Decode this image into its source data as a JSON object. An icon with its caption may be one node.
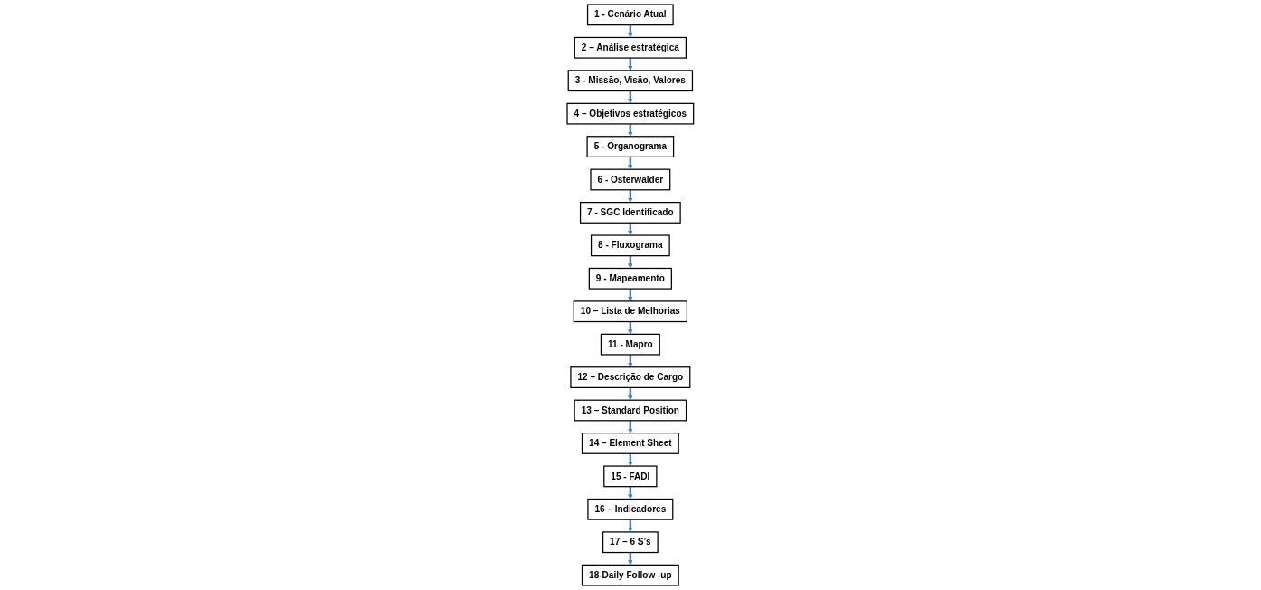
{
  "diagram": {
    "nodes": [
      {
        "text": [
          "1 - Cenário Atual"
        ]
      },
      {
        "text": [
          "2 – Análise estratégica"
        ]
      },
      {
        "text": [
          "3 - Missão, Visão, Valores"
        ]
      },
      {
        "text": [
          "4 – Objetivos estratégicos"
        ]
      },
      {
        "text": [
          "5 - Organograma"
        ]
      },
      {
        "text": [
          "6 - Osterwalder"
        ]
      },
      {
        "text": [
          "7 - SGC Identificado"
        ]
      },
      {
        "text": [
          "8 - Fluxograma"
        ]
      },
      {
        "text": [
          "9 - Mapeamento"
        ]
      },
      {
        "text": [
          "10 – Lista de Melhorias"
        ]
      },
      {
        "text": [
          "11 - Mapro"
        ]
      },
      {
        "text": [
          "12 – Descrição de Cargo"
        ]
      },
      {
        "text": [
          "13 – Standard Position"
        ]
      },
      {
        "text": [
          "14 – Element Sheet"
        ]
      },
      {
        "text": [
          "15 - FADI"
        ]
      },
      {
        "text": [
          "16 – Indicadores"
        ]
      },
      {
        "text": [
          "17 – 6 S’s"
        ]
      },
      {
        "text": [
          "18-Daily Follow -up"
        ]
      }
    ],
    "edges": [
      {
        "from": 0,
        "to": 1,
        "arrow": "to"
      },
      {
        "from": 1,
        "to": 2,
        "arrow": "to"
      },
      {
        "from": 2,
        "to": 3,
        "arrow": "to"
      },
      {
        "from": 3,
        "to": 4,
        "arrow": "to"
      },
      {
        "from": 4,
        "to": 5,
        "arrow": "to"
      },
      {
        "from": 5,
        "to": 6,
        "arrow": "to"
      },
      {
        "from": 6,
        "to": 7,
        "arrow": "to"
      },
      {
        "from": 7,
        "to": 8,
        "arrow": "to"
      },
      {
        "from": 8,
        "to": 9,
        "arrow": "to"
      },
      {
        "from": 9,
        "to": 10,
        "arrow": "to"
      },
      {
        "from": 10,
        "to": 11,
        "arrow": "to"
      },
      {
        "from": 11,
        "to": 12,
        "arrow": "to"
      },
      {
        "from": 12,
        "to": 13,
        "arrow": "to"
      },
      {
        "from": 13,
        "to": 14,
        "arrow": "to"
      },
      {
        "from": 14,
        "to": 15,
        "arrow": "to"
      },
      {
        "from": 15,
        "to": 16,
        "arrow": "to"
      },
      {
        "from": 16,
        "to": 17,
        "arrow": "to"
      }
    ]
  }
}
